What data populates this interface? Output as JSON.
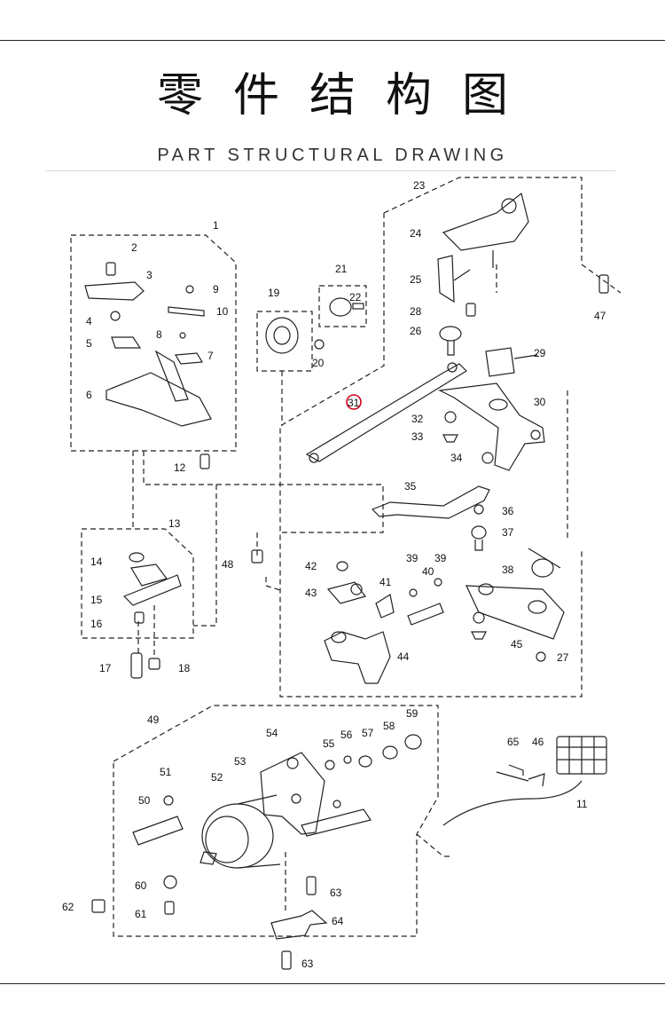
{
  "header": {
    "title_cn": "零件结构图",
    "title_en": "PART STRUCTURAL DRAWING"
  },
  "diagram": {
    "highlight_color": "#d0021b",
    "highlighted_callout": "31",
    "labels": [
      "1",
      "2",
      "3",
      "4",
      "5",
      "6",
      "7",
      "8",
      "9",
      "10",
      "11",
      "12",
      "13",
      "14",
      "15",
      "16",
      "17",
      "18",
      "19",
      "20",
      "21",
      "22",
      "23",
      "24",
      "25",
      "26",
      "27",
      "28",
      "29",
      "30",
      "31",
      "32",
      "33",
      "34",
      "35",
      "36",
      "37",
      "38",
      "39",
      "40",
      "41",
      "42",
      "43",
      "44",
      "45",
      "46",
      "47",
      "48",
      "49",
      "50",
      "51",
      "52",
      "53",
      "54",
      "55",
      "56",
      "57",
      "58",
      "59",
      "60",
      "61",
      "62",
      "63",
      "64",
      "65"
    ]
  }
}
